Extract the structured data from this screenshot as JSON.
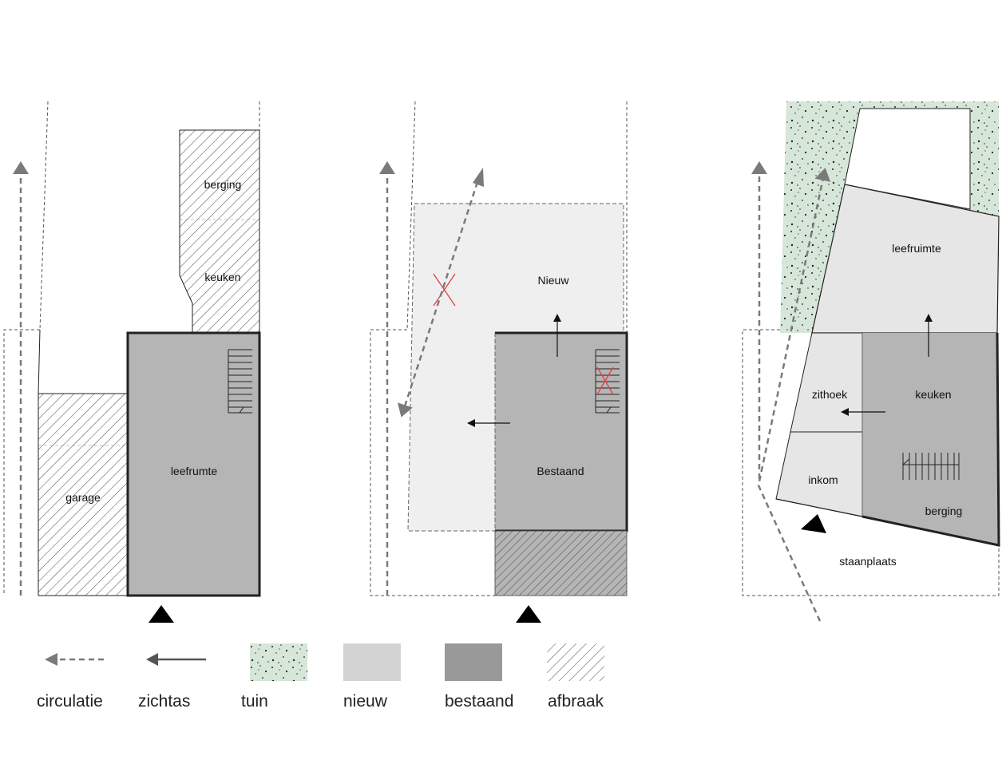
{
  "colors": {
    "tuin": "#d6e6d9",
    "nieuw_light": "#efefef",
    "nieuw_legend": "#d3d3d3",
    "nieuw_room": "#e6e6e6",
    "bestaand": "#b5b5b5",
    "bestaand_legend": "#999999",
    "arrow_circulatie": "#7a7a7a",
    "arrow_zichtas": "#111111",
    "line": "#222222",
    "cross": "#e04040"
  },
  "icons": {
    "entrance": "triangle-entrance-icon",
    "stair": "stair-icon",
    "cross": "cross-mark-icon"
  },
  "panel1": {
    "labels": {
      "berging": "berging",
      "keuken": "keuken",
      "leefrumte": "leefrumte",
      "garage": "garage"
    }
  },
  "panel2": {
    "labels": {
      "nieuw": "Nieuw",
      "bestaand": "Bestaand"
    }
  },
  "panel3": {
    "labels": {
      "leefruimte": "leefruimte",
      "zithoek": "zithoek",
      "keuken": "keuken",
      "inkom": "inkom",
      "berging": "berging",
      "staanplaats": "staanplaats"
    }
  },
  "legend": {
    "circulatie": "circulatie",
    "zichtas": "zichtas",
    "tuin": "tuin",
    "nieuw": "nieuw",
    "bestaand": "bestaand",
    "afbraak": "afbraak"
  }
}
